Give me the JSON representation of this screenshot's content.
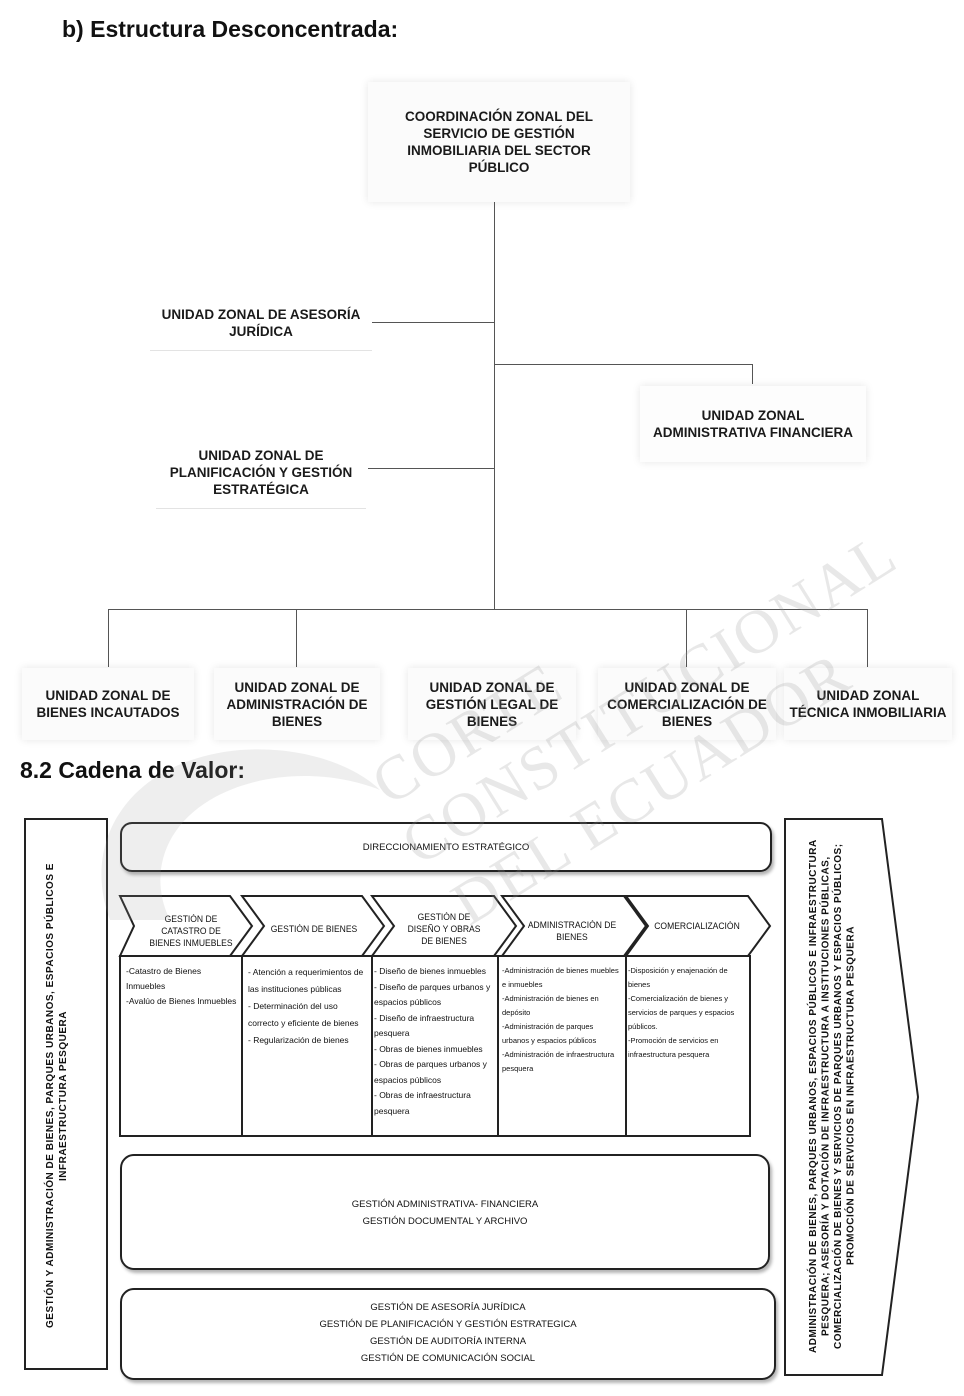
{
  "heading_b": "b)  Estructura Desconcentrada:",
  "org": {
    "top": "COORDINACIÓN ZONAL DEL SERVICIO DE GESTIÓN INMOBILIARIA DEL SECTOR PÚBLICO",
    "juridica": "UNIDAD ZONAL DE ASESORÍA JURÍDICA",
    "planificacion": "UNIDAD ZONAL DE PLANIFICACIÓN Y GESTIÓN ESTRATÉGICA",
    "administrativa": "UNIDAD ZONAL ADMINISTRATIVA FINANCIERA",
    "units": [
      "UNIDAD ZONAL DE BIENES INCAUTADOS",
      "UNIDAD ZONAL DE ADMINISTRACIÓN DE BIENES",
      "UNIDAD ZONAL DE GESTIÓN LEGAL DE BIENES",
      "UNIDAD ZONAL DE COMERCIALIZACIÓN DE BIENES",
      "UNIDAD ZONAL TÉCNICA INMOBILIARIA"
    ]
  },
  "heading_82": "8.2  Cadena de Valor:",
  "chain": {
    "left_label": "GESTIÓN Y ADMINISTRACIÓN DE BIENES, PARQUES URBANOS, ESPACIOS PÚBLICOS E INFRAESTRUCTURA PESQUERA",
    "right_label": "ADMINISTRACIÓN DE BIENES, PARQUES URBANOS, ESPACIOS PÚBLICOS E INFRAESTRUCTURA PESQUERA; ASESORÍA Y DOTACIÓN DE INFRAESTRUCTURA A INSTITUCIONES PÚBLICAS, COMERCIALIZACIÓN DE BIENES Y SERVICIOS DE PARQUES URBANOS Y ESPACIOS PÚBLICOS; PROMOCIÓN DE SERVICIOS EN INFRAESTRUCTURA PESQUERA",
    "strategic": "DIRECCIONAMIENTO ESTRATÉGICO",
    "phases": [
      {
        "title": "GESTIÓN DE CATASTRO DE BIENES INMUEBLES",
        "items": [
          "-Catastro de Bienes Inmuebles",
          "-Avalúo de Bienes Inmuebles"
        ]
      },
      {
        "title": "GESTIÓN DE BIENES",
        "items": [
          "- Atención a requerimientos de las instituciones públicas",
          "- Determinación del uso correcto y eficiente de bienes",
          "- Regularización de bienes"
        ]
      },
      {
        "title": "GESTIÓN DE DISEÑO Y OBRAS DE BIENES",
        "items": [
          "- Diseño de bienes inmuebles",
          "- Diseño de parques urbanos y espacios públicos",
          "- Diseño de infraestructura pesquera",
          "- Obras de bienes inmuebles",
          "- Obras de parques urbanos y espacios públicos",
          "- Obras de infraestructura pesquera"
        ]
      },
      {
        "title": "ADMINISTRACIÓN DE BIENES",
        "items": [
          "-Administración de bienes muebles e inmuebles",
          "-Administración de bienes en depósito",
          "-Administración de parques urbanos y espacios públicos",
          "-Administración de infraestructura pesquera"
        ]
      },
      {
        "title": "COMERCIALIZACIÓN",
        "items": [
          "-Disposición y enajenación de bienes",
          "-Comercialización de bienes y servicios de parques y espacios públicos.",
          "-Promoción de servicios en infraestructura pesquera"
        ]
      }
    ],
    "support": [
      "GESTIÓN ADMINISTRATIVA- FINANCIERA",
      "GESTIÓN DOCUMENTAL Y ARCHIVO"
    ],
    "advisory": [
      "GESTIÓN DE ASESORÍA JURÍDICA",
      "GESTIÓN DE PLANIFICACIÓN Y GESTIÓN ESTRATEGICA",
      "GESTIÓN DE AUDITORÍA INTERNA",
      "GESTIÓN DE COMUNICACIÓN SOCIAL"
    ]
  },
  "watermark": [
    "CORTE",
    "CONSTITUCIONAL",
    "DEL ECUADOR"
  ]
}
